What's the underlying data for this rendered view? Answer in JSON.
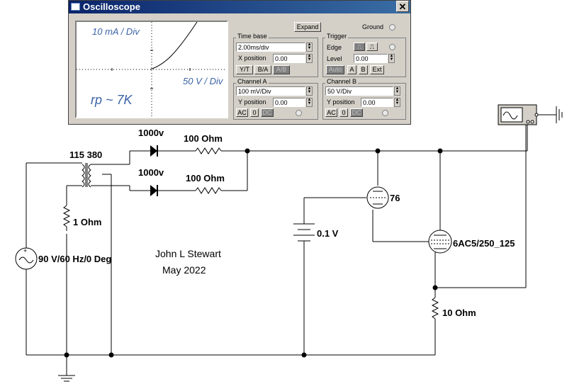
{
  "oscilloscope": {
    "title": "Oscilloscope",
    "screen_notes": {
      "y_scale": "10 mA / Div",
      "x_scale": "50 V / Div",
      "rp": "rp ~ 7K"
    },
    "expand_label": "Expand",
    "ground_label": "Ground",
    "timebase": {
      "label": "Time base",
      "value": "2.00ms/div",
      "xpos_label": "X position",
      "xpos_value": "0.00",
      "buttons": [
        "Y/T",
        "B/A",
        "A/B"
      ]
    },
    "trigger": {
      "label": "Trigger",
      "edge_label": "Edge",
      "level_label": "Level",
      "level_value": "0.00",
      "buttons": [
        "Auto",
        "A",
        "B",
        "Ext"
      ]
    },
    "channel_a": {
      "label": "Channel A",
      "value": "100 mV/Div",
      "ypos_label": "Y position",
      "ypos_value": "0.00",
      "coupling": [
        "AC",
        "0",
        "DC"
      ]
    },
    "channel_b": {
      "label": "Channel B",
      "value": "50 V/Div",
      "ypos_label": "Y position",
      "ypos_value": "0.00",
      "coupling": [
        "AC",
        "0",
        "DC"
      ]
    }
  },
  "schematic": {
    "transformer_label": "115 380",
    "diode_top_label": "1000v",
    "diode_bottom_label": "1000v",
    "resistor_top_label": "100  Ohm",
    "resistor_bottom_label": "100  Ohm",
    "r_sense_label": "1  Ohm",
    "source_label": "90 V/60 Hz/0 Deg",
    "battery_label": "0.1 V",
    "tube_76_label": "76",
    "tube_6ac5_label": "6AC5/250_125",
    "r_cathode_label": "10  Ohm",
    "author": "John L Stewart",
    "date": "May 2022"
  },
  "colors": {
    "title_bar": "#0a246a",
    "screen_note": "#3c64a6",
    "wire": "#000000",
    "window": "#d4d0c8"
  }
}
